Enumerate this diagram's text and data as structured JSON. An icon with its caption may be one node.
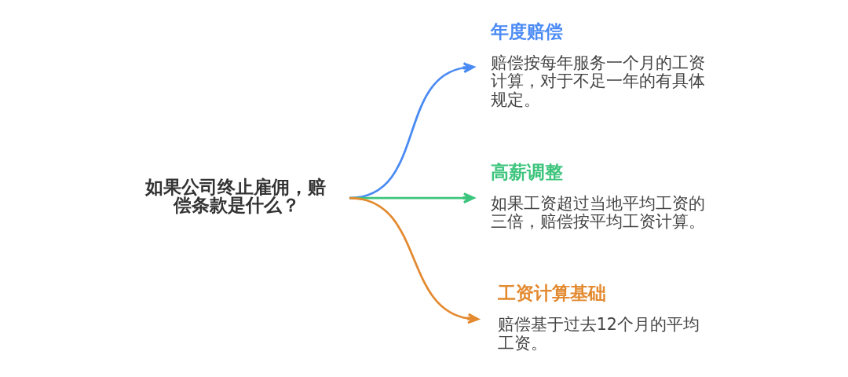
{
  "diagram": {
    "nodes": [
      {
        "text": [
          "如果公司终止雇佣，赔偿条款是什么？"
        ]
      },
      {
        "text": [
          "年度赔偿",
          "赔偿按每年服务一个月的工资计算，对于不足一年的有具体规定。"
        ]
      },
      {
        "text": [
          "高薪调整",
          "如果工资超过当地平均工资的三倍，赔偿按平均工资计算。"
        ]
      },
      {
        "text": [
          "工资计算基础",
          "赔偿基于过去12个月的平均工资。"
        ]
      }
    ],
    "edges": [
      {
        "from": 0,
        "to": 1,
        "arrow": "to",
        "color": "#4a8af4"
      },
      {
        "from": 0,
        "to": 2,
        "arrow": "to",
        "color": "#3cc47c"
      },
      {
        "from": 0,
        "to": 3,
        "arrow": "to",
        "color": "#e38a30"
      }
    ]
  }
}
